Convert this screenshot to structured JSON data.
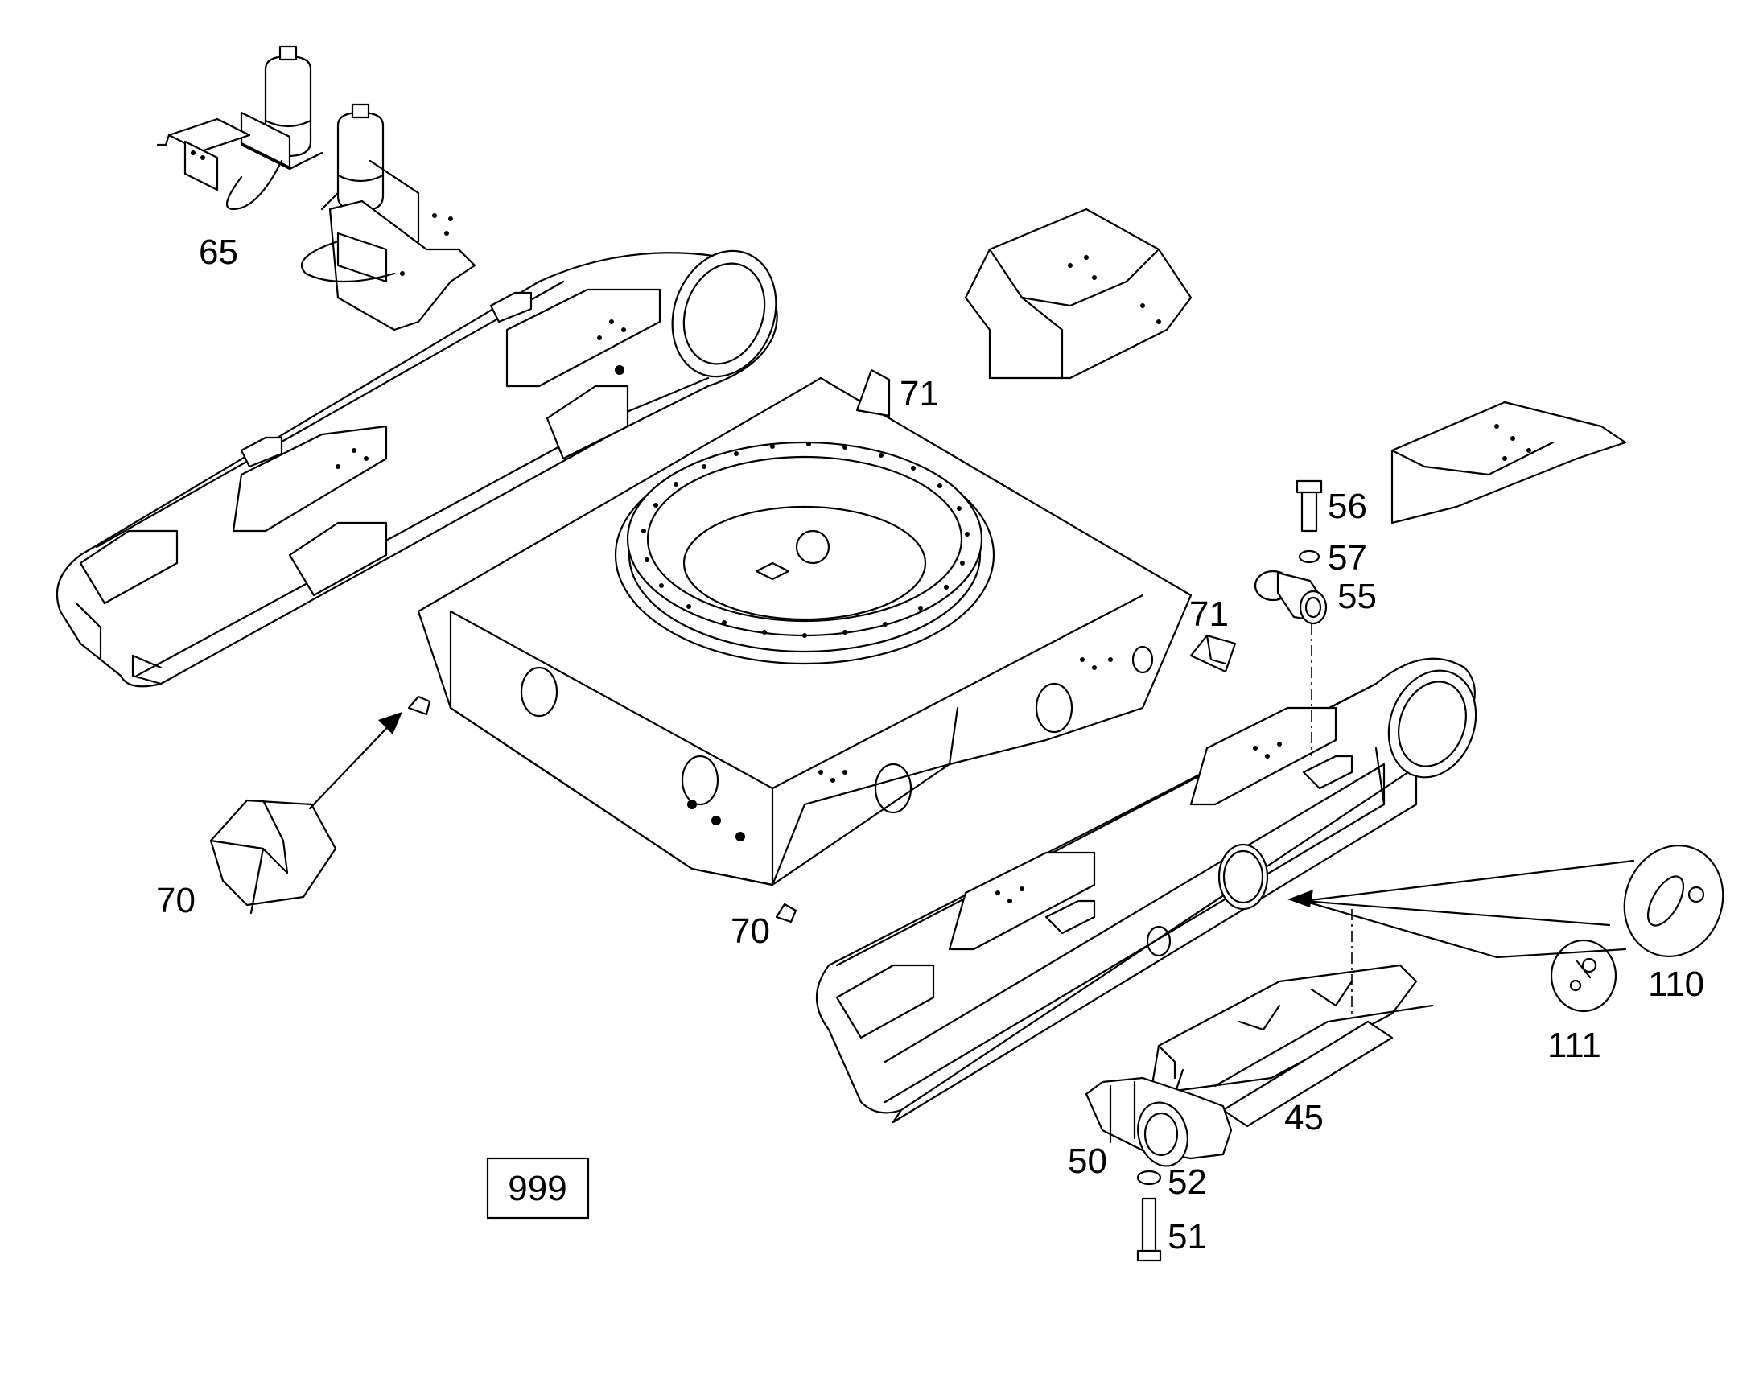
{
  "callouts": {
    "c65": "65",
    "c71a": "71",
    "c71b": "71",
    "c56": "56",
    "c57": "57",
    "c55": "55",
    "c70a": "70",
    "c70b": "70",
    "c110": "110",
    "c111": "111",
    "c45": "45",
    "c50": "50",
    "c52": "52",
    "c51": "51"
  },
  "reference_box": "999"
}
